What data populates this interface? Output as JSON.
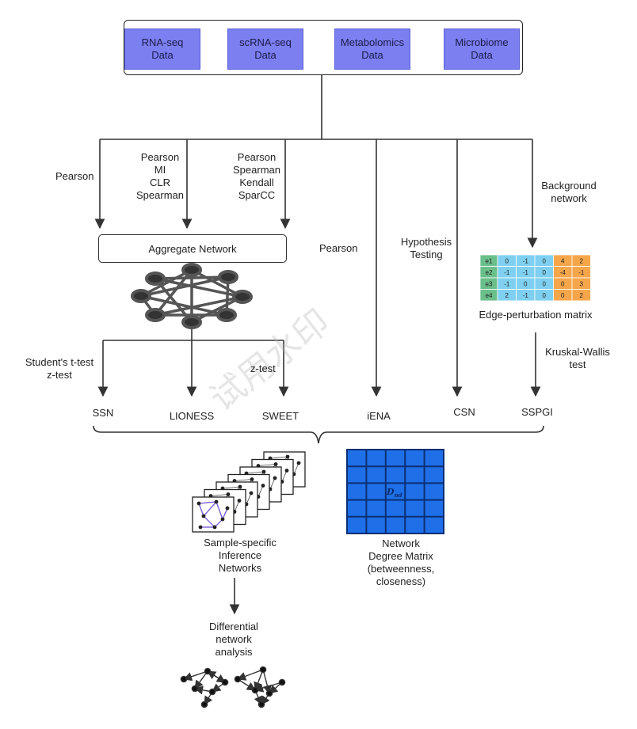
{
  "sources": [
    {
      "label": "RNA-seq\nData"
    },
    {
      "label": "scRNA-seq\nData"
    },
    {
      "label": "Metabolomics\nData"
    },
    {
      "label": "Microbiome\nData"
    }
  ],
  "branch_labels": {
    "pearson_1": "Pearson",
    "group_2": "Pearson\nMI\nCLR\nSpearman",
    "group_3": "Pearson\nSpearman\nKendall\nSparCC",
    "pearson_ienA": "Pearson",
    "hypothesis": "Hypothesis\nTesting",
    "background": "Background\nnetwork"
  },
  "aggregate": "Aggregate Network",
  "stat_tests": {
    "ssn_tests": "Student's t-test\nz-test",
    "sweet_test": "z-test",
    "kruskal": "Kruskal-Wallis\ntest"
  },
  "methods": [
    "SSN",
    "LIONESS",
    "SWEET",
    "iENA",
    "CSN",
    "SSPGI"
  ],
  "edge_matrix": {
    "caption": "Edge-perturbation matrix",
    "row_labels": [
      "e1",
      "e2",
      "e3",
      "e4"
    ],
    "rows": [
      [
        "0",
        "-1",
        "0",
        "4",
        "2"
      ],
      [
        "-1",
        "-1",
        "0",
        "-4",
        "-1"
      ],
      [
        "-1",
        "0",
        "0",
        "0",
        "3"
      ],
      [
        "2",
        "-1",
        "0",
        "0",
        "2"
      ]
    ]
  },
  "outputs": {
    "ssin": "Sample-specific\nInference\nNetworks",
    "degree": "Network\nDegree Matrix\n(betweenness,\ncloseness)",
    "matrix_symbol": "D",
    "matrix_subscript": "nd",
    "differential": "Differential\nnetwork\nanalysis"
  },
  "watermark": "试用水印",
  "colors": {
    "source_fill": "#7b7ff0",
    "grid_blue": "#1f6fe8",
    "row_label_green": "#6bbf8a",
    "cell_cyan": "#7fd0f0",
    "cell_orange": "#f5a64a",
    "network_purple": "#6a4bd8"
  }
}
